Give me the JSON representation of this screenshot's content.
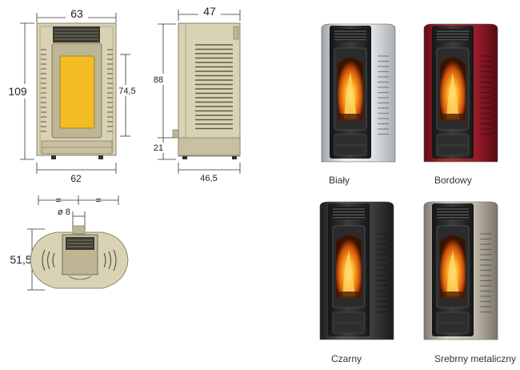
{
  "front_view": {
    "width_top": "63",
    "height": "109",
    "glass_height": "74,5",
    "width_bottom": "62"
  },
  "side_view": {
    "depth_top": "47",
    "upper_height": "88",
    "lower_height": "21",
    "depth_bottom": "46,5"
  },
  "top_view": {
    "equal_left": "=",
    "equal_right": "=",
    "flue_diameter": "ø 8",
    "depth": "51,5"
  },
  "variants": [
    {
      "name": "Biały"
    },
    {
      "name": "Bordowy"
    },
    {
      "name": "Czarny"
    },
    {
      "name": "Srebrny metaliczny"
    }
  ],
  "colors": {
    "beige": "#d9d2b4",
    "beige_dark": "#bdb594",
    "glass": "#f2bc22",
    "white_body": "#d8dbde",
    "red_body": "#8f1a24",
    "black_body": "#3b3b3b",
    "silver_body": "#bcb6a6",
    "panel_dark": "#2a2a2a"
  }
}
